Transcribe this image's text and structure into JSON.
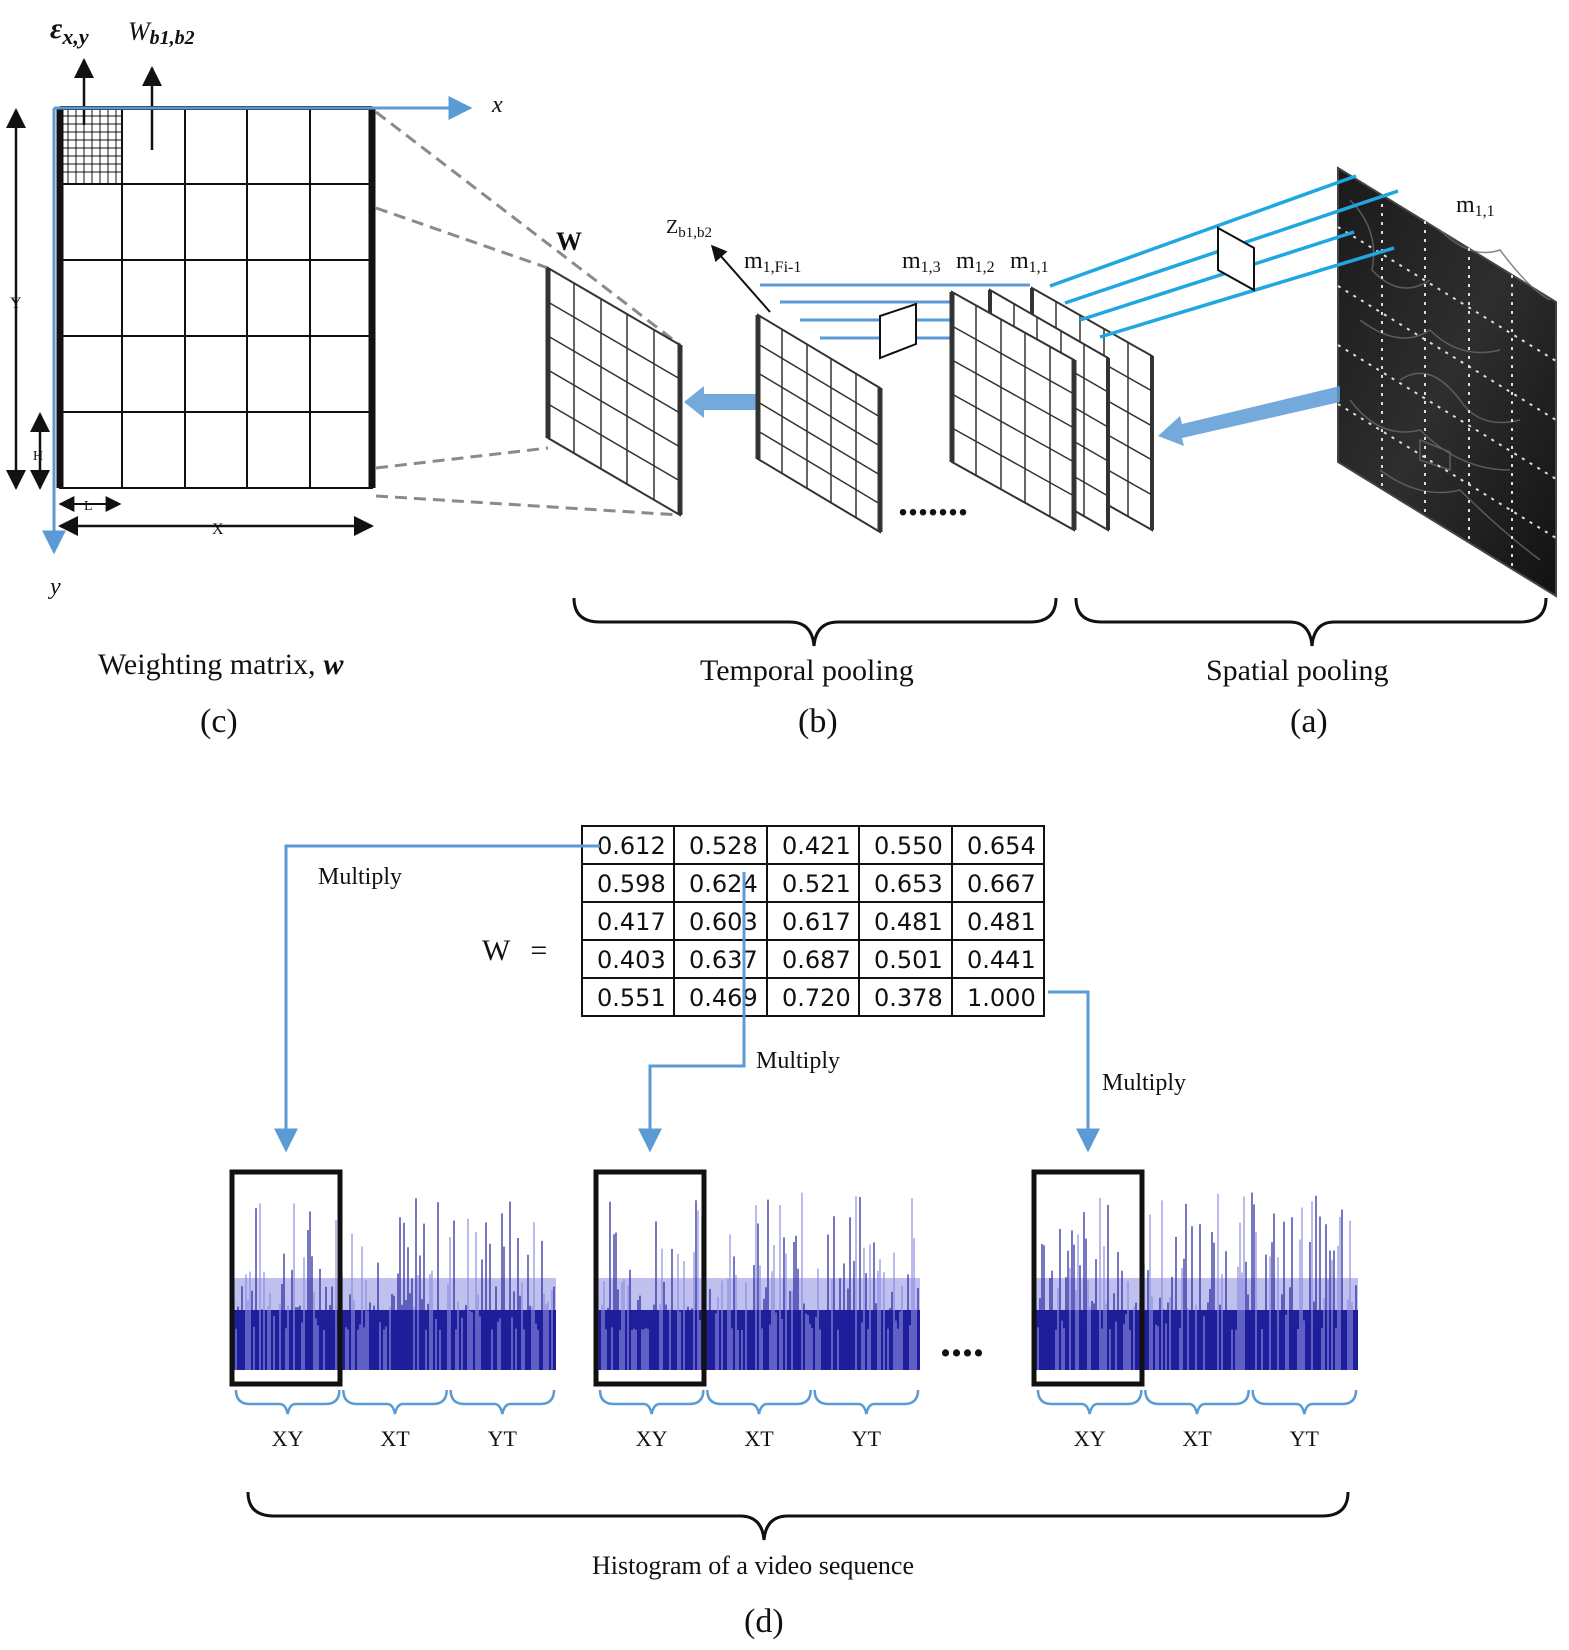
{
  "colors": {
    "accent_blue": "#5b9bd5",
    "cyan_line": "#1ea7e0",
    "histogram_blue": "#1f1f9a",
    "histogram_light": "#8c8ce0",
    "ink": "#111111",
    "dashed": "#8a8a8a"
  },
  "panel_c": {
    "eps_label": "ε",
    "eps_sub": "x,y",
    "w_label": "W",
    "w_sub": "b1,b2",
    "axis_x": "x",
    "axis_y": "y",
    "dim_Y": "Y",
    "dim_H": "H",
    "dim_L": "L",
    "dim_X": "X",
    "caption_prefix": "Weighting matrix,",
    "caption_symbol": "w",
    "letter": "(c)"
  },
  "panel_b": {
    "w_label": "W",
    "z_label": "Z",
    "z_sub": "b1,b2",
    "m_fi": "m",
    "m_fi_sub": "1,Fi-1",
    "m13": "m",
    "m13_sub": "1,3",
    "m12": "m",
    "m12_sub": "1,2",
    "m11": "m",
    "m11_sub": "1,1",
    "ellipsis": ".......",
    "caption": "Temporal pooling",
    "letter": "(b)"
  },
  "panel_a": {
    "m_label": "m",
    "m_sub": "1,1",
    "caption": "Spatial pooling",
    "letter": "(a)"
  },
  "panel_d": {
    "w_label": "W",
    "equals": "=",
    "matrix": [
      [
        "0.612",
        "0.528",
        "0.421",
        "0.550",
        "0.654"
      ],
      [
        "0.598",
        "0.624",
        "0.521",
        "0.653",
        "0.667"
      ],
      [
        "0.417",
        "0.603",
        "0.617",
        "0.481",
        "0.481"
      ],
      [
        "0.403",
        "0.637",
        "0.687",
        "0.501",
        "0.441"
      ],
      [
        "0.551",
        "0.469",
        "0.720",
        "0.378",
        "1.000"
      ]
    ],
    "multiply_labels": [
      "Multiply",
      "Multiply",
      "Multiply"
    ],
    "segment_labels": [
      "XY",
      "XT",
      "YT"
    ],
    "ellipsis": "....",
    "caption": "Histogram of a video sequence",
    "letter": "(d)"
  }
}
